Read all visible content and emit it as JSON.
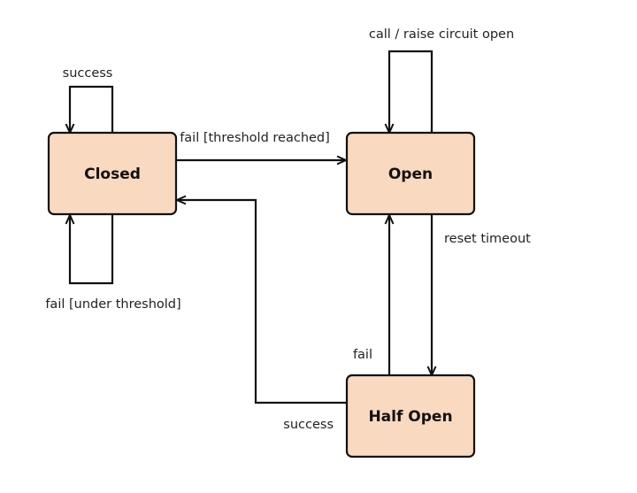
{
  "states": {
    "closed": "Closed",
    "open": "Open",
    "half_open": "Half Open"
  },
  "transitions": {
    "closed_success_loop": "success",
    "closed_fail_under_threshold_loop": "fail [under threshold]",
    "closed_to_open": "fail [threshold reached]",
    "open_call_loop": "call / raise circuit open",
    "open_to_half_open": "reset timeout",
    "half_open_to_open": "fail",
    "half_open_to_closed": "success"
  },
  "colors": {
    "state_fill": "#f9d9bf",
    "stroke": "#111111"
  }
}
